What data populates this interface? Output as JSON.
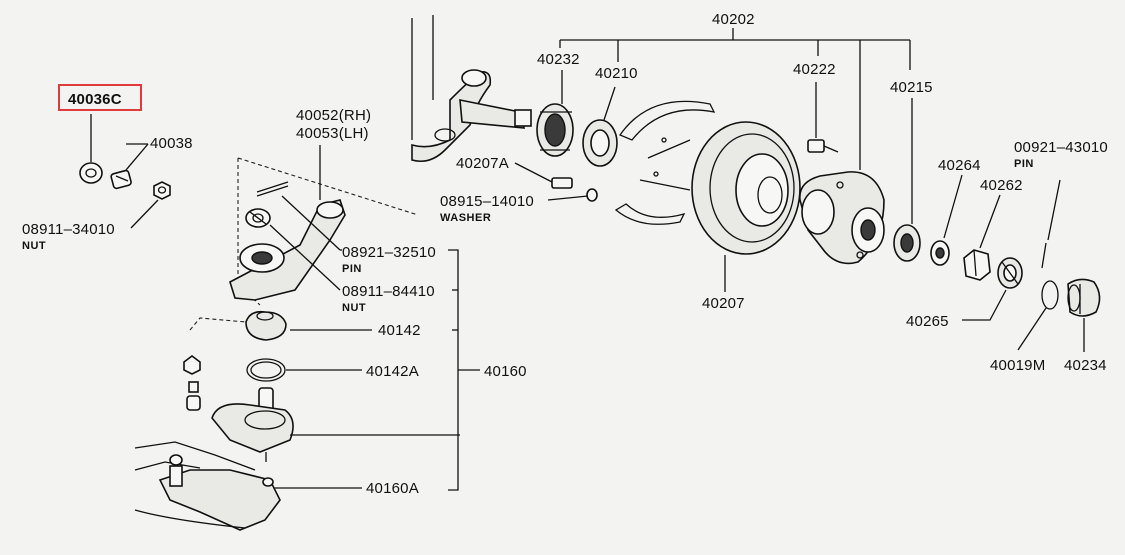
{
  "highlight": {
    "color": "#e03b3b",
    "part": "40036C"
  },
  "labels": {
    "p40036C": "40036C",
    "p40038": "40038",
    "p08911_34010": "08911–34010",
    "nut1": "NUT",
    "p40052": "40052(RH)",
    "p40053": "40053(LH)",
    "p08921_32510": "08921–32510",
    "pin1": "PIN",
    "p08911_84410": "08911–84410",
    "nut2": "NUT",
    "p40142": "40142",
    "p40142A": "40142A",
    "p40160": "40160",
    "p40160A": "40160A",
    "p40232": "40232",
    "p40210": "40210",
    "p40202": "40202",
    "p40222": "40222",
    "p40215": "40215",
    "p40207A": "40207A",
    "p08915_14010": "08915–14010",
    "washer": "WASHER",
    "p40207": "40207",
    "p40264": "40264",
    "p40262": "40262",
    "p00921_43010": "00921–43010",
    "pin2": "PIN",
    "p40265": "40265",
    "p40019M": "40019M",
    "p40234": "40234"
  }
}
